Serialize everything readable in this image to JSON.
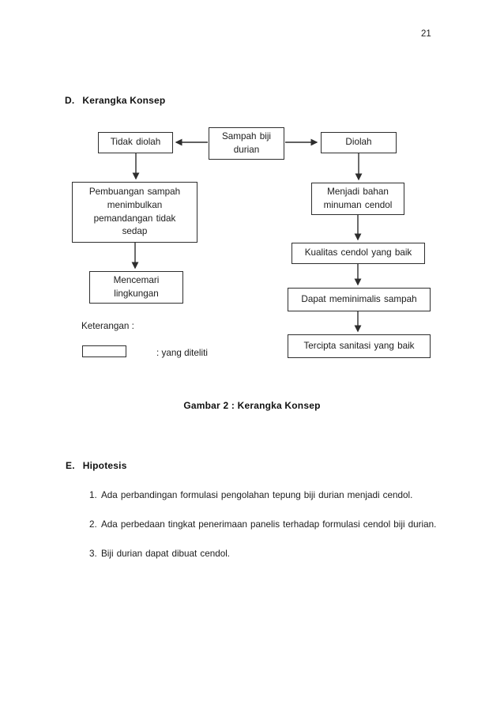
{
  "page": {
    "number": "21"
  },
  "colors": {
    "ink": "#1c1c1c",
    "box_border": "#2e2e2e",
    "background": "#ffffff"
  },
  "sections": {
    "d": {
      "letter": "D.",
      "title": "Kerangka Konsep"
    },
    "e": {
      "letter": "E.",
      "title": "Hipotesis"
    }
  },
  "diagram": {
    "boxes": {
      "tidak_diolah": "Tidak diolah",
      "sampah_biji_durian": {
        "lines": [
          "Sampah biji",
          "durian"
        ]
      },
      "diolah": "Diolah",
      "pembuangan": {
        "lines": [
          "Pembuangan sampah",
          "menimbulkan",
          "pemandangan tidak",
          "sedap"
        ]
      },
      "menjadi_bahan": {
        "lines": [
          "Menjadi bahan",
          "minuman cendol"
        ]
      },
      "kualitas": "Kualitas cendol yang baik",
      "mencemari": {
        "lines": [
          "Mencemari",
          "lingkungan"
        ]
      },
      "dapat": "Dapat meminimalis sampah",
      "tercipta": "Tercipta sanitasi yang baik"
    },
    "legend": {
      "title": "Keterangan :",
      "box_meaning": ": yang diteliti"
    },
    "caption": "Gambar 2 : Kerangka Konsep"
  },
  "hypotheses": [
    {
      "num": "1.",
      "text": "Ada perbandingan formulasi pengolahan tepung biji durian menjadi cendol."
    },
    {
      "num": "2.",
      "text": "Ada perbedaan tingkat penerimaan panelis terhadap formulasi cendol biji durian."
    },
    {
      "num": "3.",
      "text": "Biji durian dapat dibuat cendol."
    }
  ]
}
